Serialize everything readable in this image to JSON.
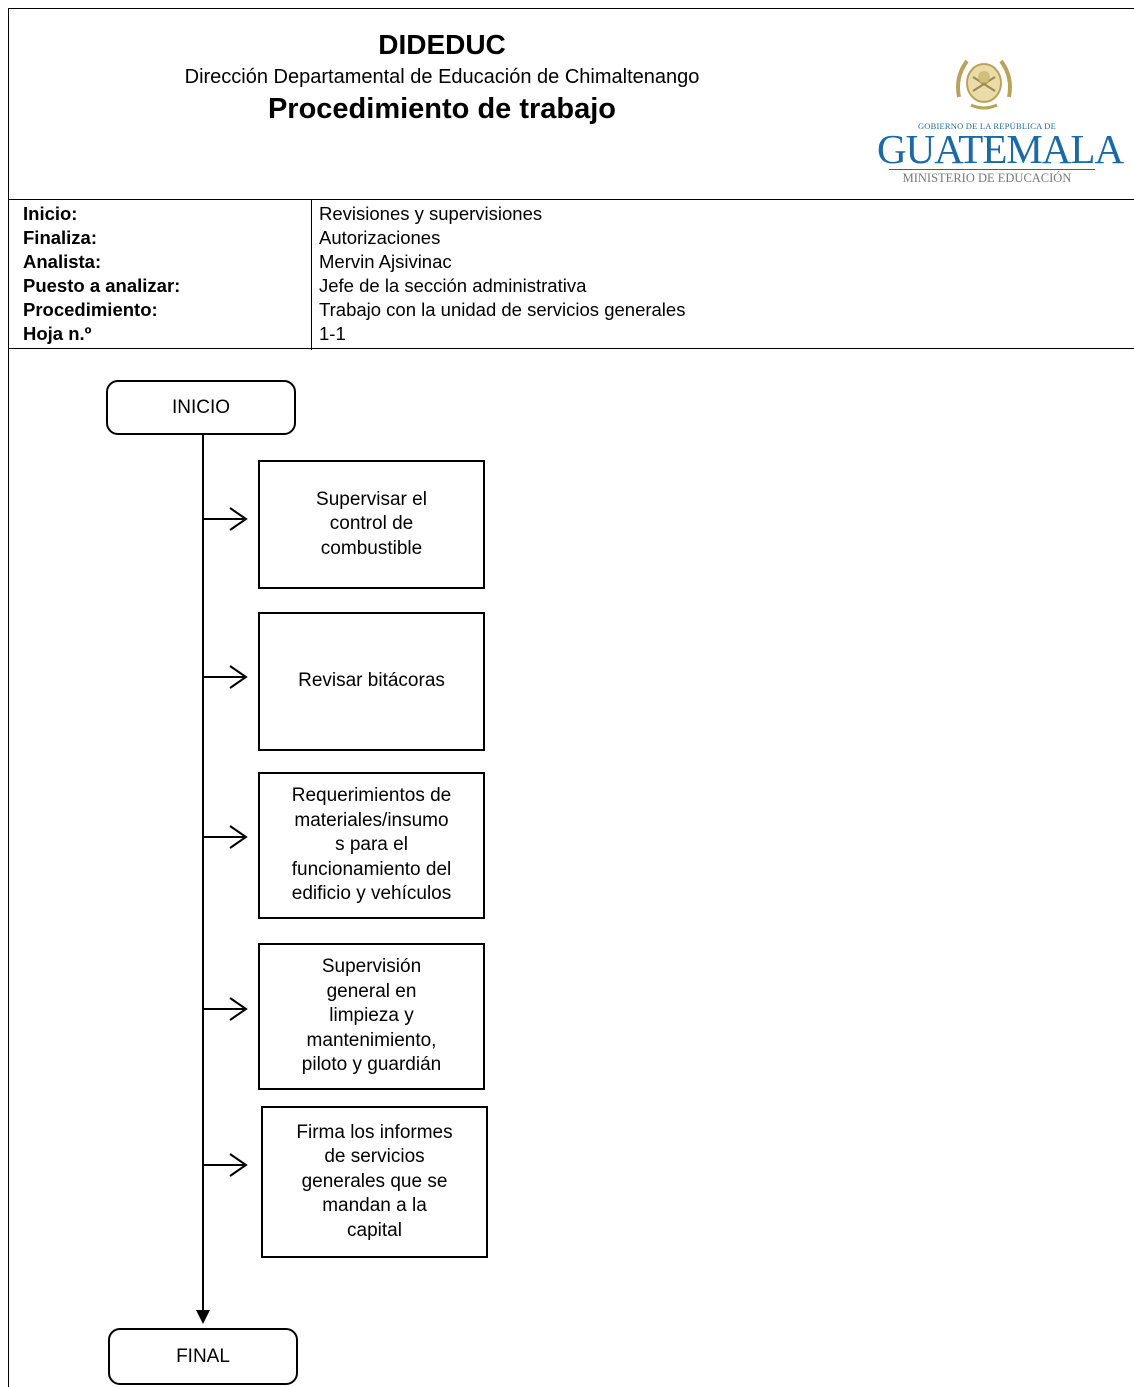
{
  "header": {
    "org": "DIDEDUC",
    "department": "Dirección Departamental de Educación de Chimaltenango",
    "title": "Procedimiento de trabajo",
    "logo": {
      "government_text": "GOBIERNO DE LA REPÚBLICA DE",
      "country_text": "GUATEMALA",
      "ministry_text": "MINISTERIO DE EDUCACIÓN",
      "accent_color": "#1b6aa8",
      "emblem_icon": "coat-of-arms-icon"
    }
  },
  "info": {
    "rows": [
      {
        "label": "Inicio:",
        "value": "Revisiones y supervisiones"
      },
      {
        "label": "Finaliza:",
        "value": "Autorizaciones"
      },
      {
        "label": "Analista:",
        "value": "Mervin Ajsivinac"
      },
      {
        "label": "Puesto a analizar:",
        "value": "Jefe de la sección administrativa"
      },
      {
        "label": "Procedimiento:",
        "value": "Trabajo con la unidad de servicios generales"
      },
      {
        "label": "Hoja n.º",
        "value": "1-1"
      }
    ]
  },
  "flow": {
    "start": "INICIO",
    "end": "FINAL",
    "steps": [
      "Supervisar el\ncontrol de\ncombustible",
      "Revisar bitácoras",
      "Requerimientos de\nmateriales/insumo\ns para el\nfuncionamiento del\nedificio y vehículos",
      "Supervisión\ngeneral en\nlimpieza y\nmantenimiento,\npiloto y guardián",
      "Firma los informes\nde servicios\ngenerales que se\nmandan a la\ncapital"
    ]
  }
}
